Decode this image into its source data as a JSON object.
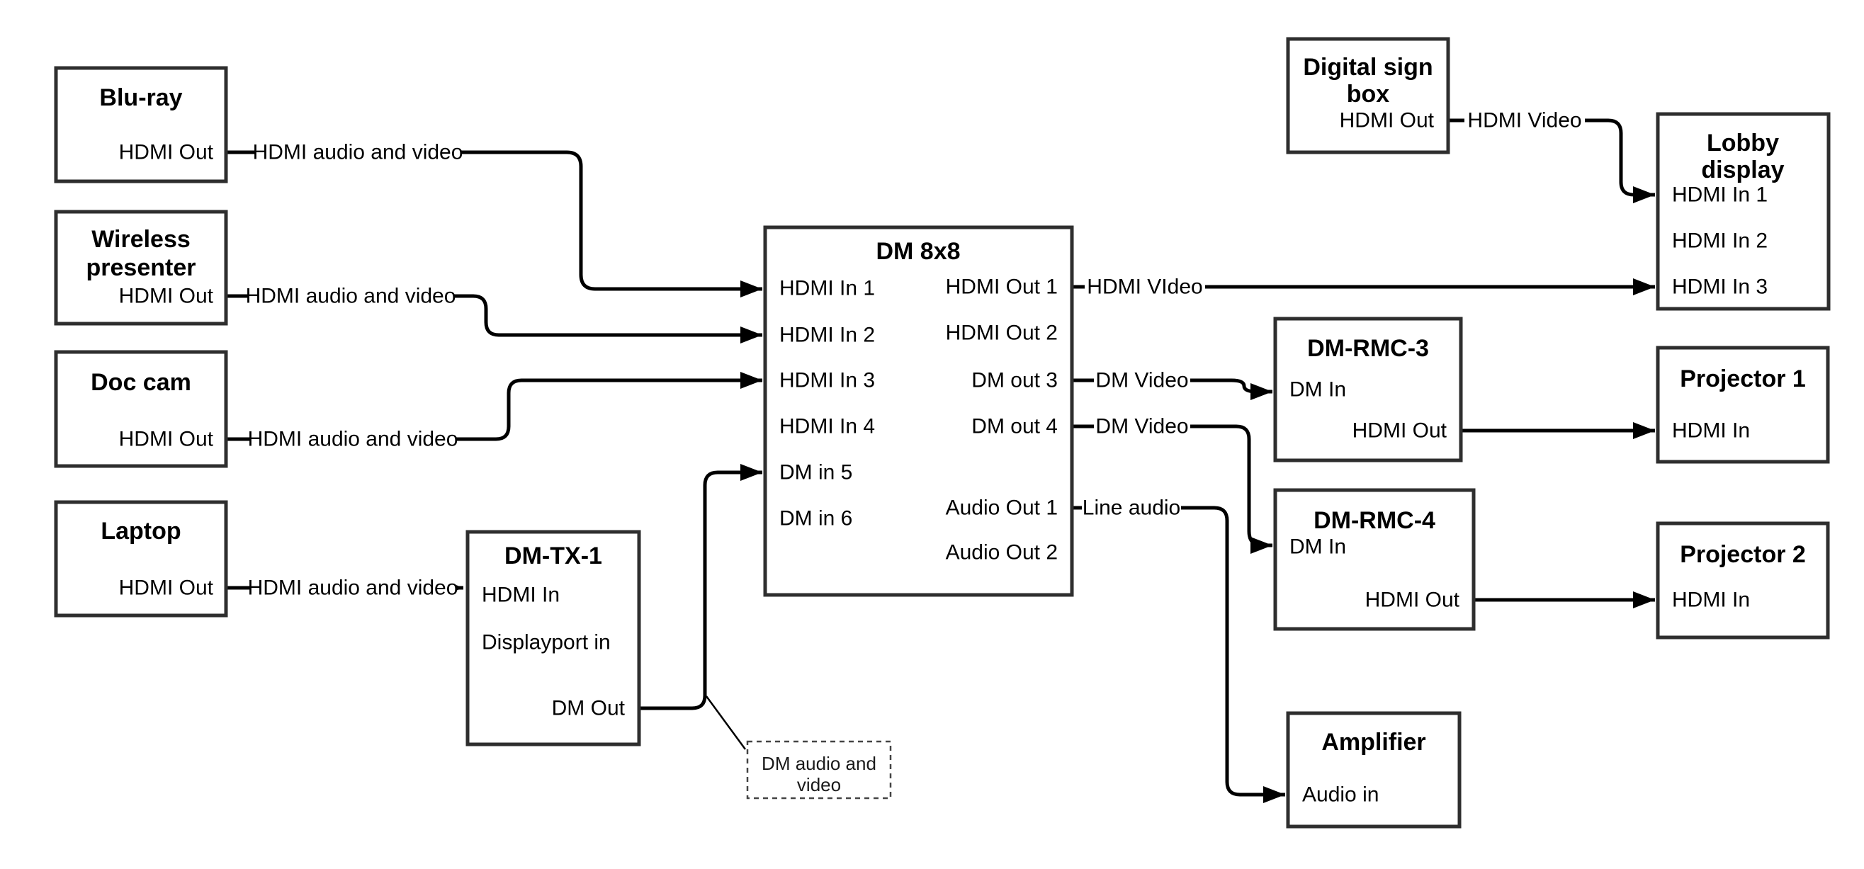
{
  "colors": {
    "background": "#ffffff",
    "wire": "#000000",
    "box_border": "#2e2e2e",
    "text": "#000000"
  },
  "nodes": {
    "bluray": {
      "title": "Blu-ray",
      "port_out": "HDMI Out"
    },
    "wireless": {
      "title1": "Wireless",
      "title2": "presenter",
      "port_out": "HDMI Out"
    },
    "doccam": {
      "title": "Doc cam",
      "port_out": "HDMI Out"
    },
    "laptop": {
      "title": "Laptop",
      "port_out": "HDMI Out"
    },
    "dmtx1": {
      "title": "DM-TX-1",
      "port_hdmi_in": "HDMI In",
      "port_dp_in": "Displayport in",
      "port_dm_out": "DM Out"
    },
    "dm8x8": {
      "title": "DM 8x8",
      "in1": "HDMI In 1",
      "in2": "HDMI In 2",
      "in3": "HDMI In 3",
      "in4": "HDMI In 4",
      "in5": "DM in 5",
      "in6": "DM in 6",
      "out1": "HDMI Out 1",
      "out2": "HDMI Out 2",
      "out3": "DM out 3",
      "out4": "DM out 4",
      "audio1": "Audio Out 1",
      "audio2": "Audio Out 2"
    },
    "signbox": {
      "title1": "Digital sign",
      "title2": "box",
      "port_out": "HDMI Out"
    },
    "lobby": {
      "title1": "Lobby",
      "title2": "display",
      "in1": "HDMI In 1",
      "in2": "HDMI In 2",
      "in3": "HDMI In 3"
    },
    "rmc3": {
      "title": "DM-RMC-3",
      "port_in": "DM In",
      "port_out": "HDMI Out"
    },
    "proj1": {
      "title": "Projector 1",
      "port_in": "HDMI In"
    },
    "rmc4": {
      "title": "DM-RMC-4",
      "port_in": "DM In",
      "port_out": "HDMI Out"
    },
    "proj2": {
      "title": "Projector 2",
      "port_in": "HDMI In"
    },
    "amp": {
      "title": "Amplifier",
      "port_in": "Audio in"
    }
  },
  "wire_labels": {
    "bluray": "HDMI audio and video",
    "wireless": "HDMI audio and video",
    "doccam": "HDMI audio and video",
    "laptop": "HDMI audio and video",
    "hdmi_out1": "HDMI VIdeo",
    "dm_out3": "DM Video",
    "dm_out4": "DM Video",
    "audio_out1": "Line audio",
    "signbox": "HDMI Video"
  },
  "callout": {
    "line1": "DM audio and",
    "line2": "video"
  }
}
